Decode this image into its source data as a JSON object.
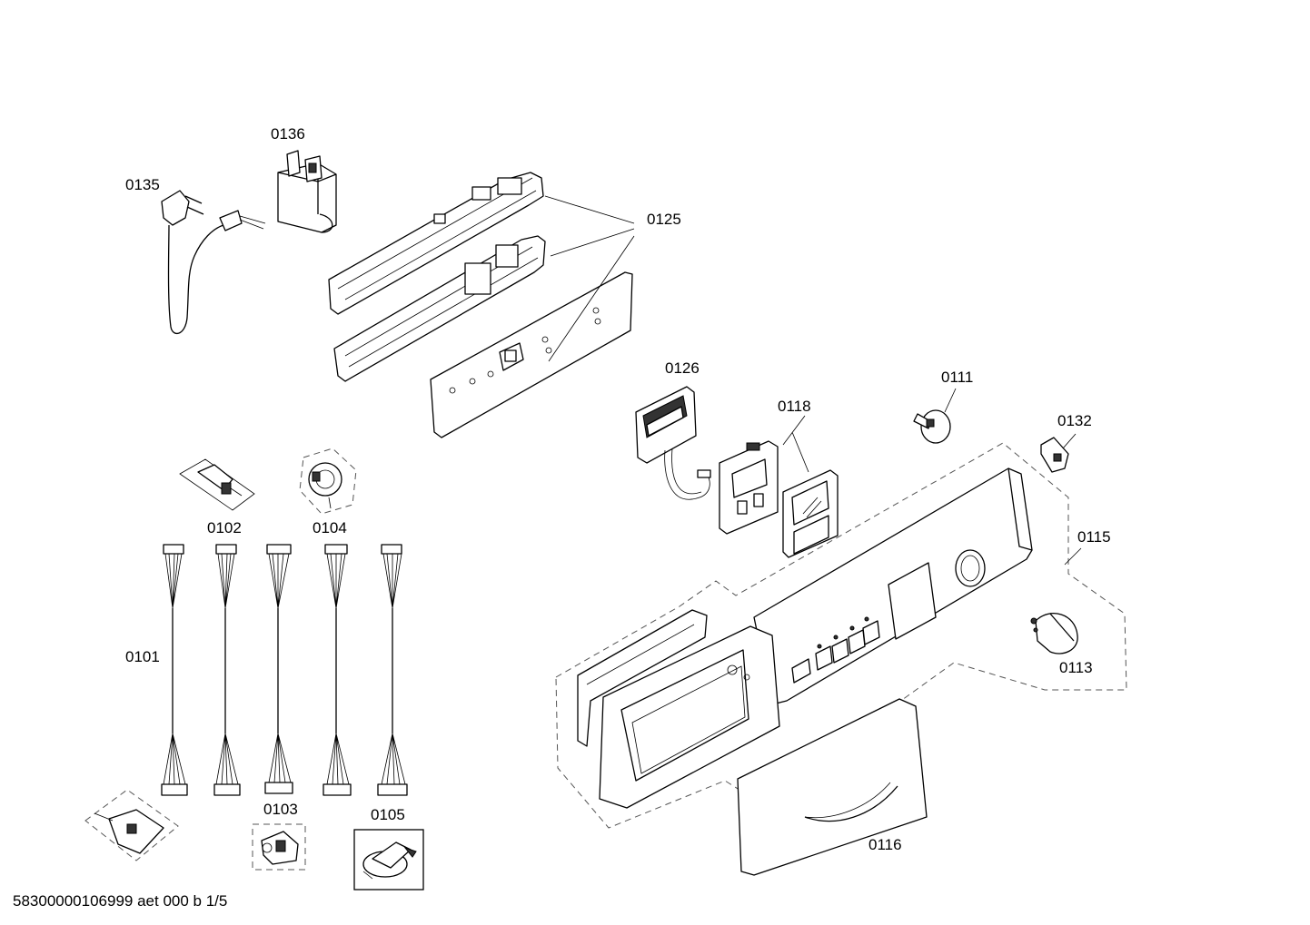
{
  "labels": {
    "p0135": "0135",
    "p0136": "0136",
    "p0125": "0125",
    "p0126": "0126",
    "p0118": "0118",
    "p0111": "0111",
    "p0132": "0132",
    "p0115": "0115",
    "p0113": "0113",
    "p0116": "0116",
    "p0102": "0102",
    "p0104": "0104",
    "p0101": "0101",
    "p0103": "0103",
    "p0105": "0105"
  },
  "footer": "58300000106999 aet 000 b 1/5"
}
